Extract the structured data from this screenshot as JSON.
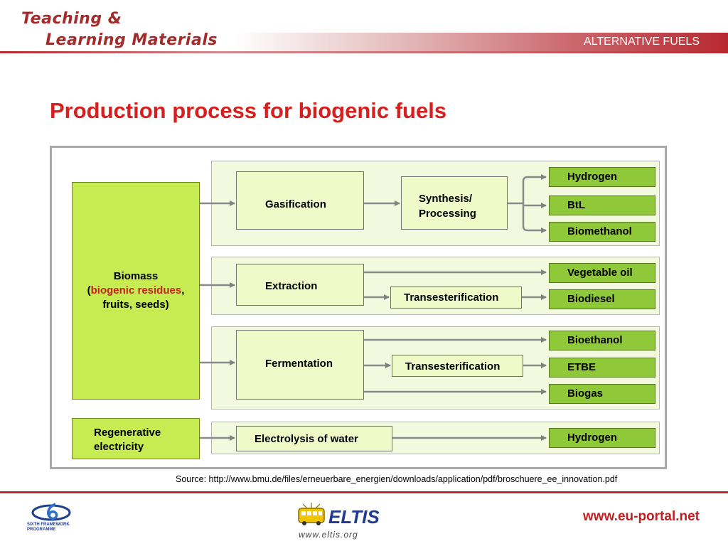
{
  "header": {
    "brand_line1": "Teaching &",
    "brand_line2": "Learning Materials",
    "section": "ALTERNATIVE FUELS"
  },
  "title": "Production process for biogenic fuels",
  "diagram": {
    "biomass": {
      "line1": "Biomass",
      "open_paren": "(",
      "highlight": "biogenic residues",
      "comma": ",",
      "line3": "fruits, seeds)"
    },
    "regenerative": "Regenerative electricity",
    "gasification": "Gasification",
    "synthesis_line1": "Synthesis/",
    "synthesis_line2": "Processing",
    "extraction": "Extraction",
    "transesterification_1": "Transesterification",
    "fermentation": "Fermentation",
    "transesterification_2": "Transesterification",
    "electrolysis": "Electrolysis of water",
    "outputs": {
      "hydrogen_1": "Hydrogen",
      "btl": "BtL",
      "biomethanol": "Biomethanol",
      "vegetable_oil": "Vegetable oil",
      "biodiesel": "Biodiesel",
      "bioethanol": "Bioethanol",
      "etbe": "ETBE",
      "biogas": "Biogas",
      "hydrogen_2": "Hydrogen"
    }
  },
  "source": "Source: http://www.bmu.de/files/erneuerbare_energien/downloads/application/pdf/broschuere_ee_innovation.pdf",
  "footer": {
    "url": "www.eu-portal.net",
    "fp6_line1": "SIXTH FRAMEWORK",
    "fp6_line2": "PROGRAMME",
    "eltis_name": "ELTIS",
    "eltis_url": "www.eltis.org"
  },
  "colors": {
    "accent_red": "#d6201f",
    "header_red": "#b8282f",
    "output_green": "#8fc93a",
    "biomass_green": "#c6ec52",
    "panel_bg": "#f2f9de"
  }
}
